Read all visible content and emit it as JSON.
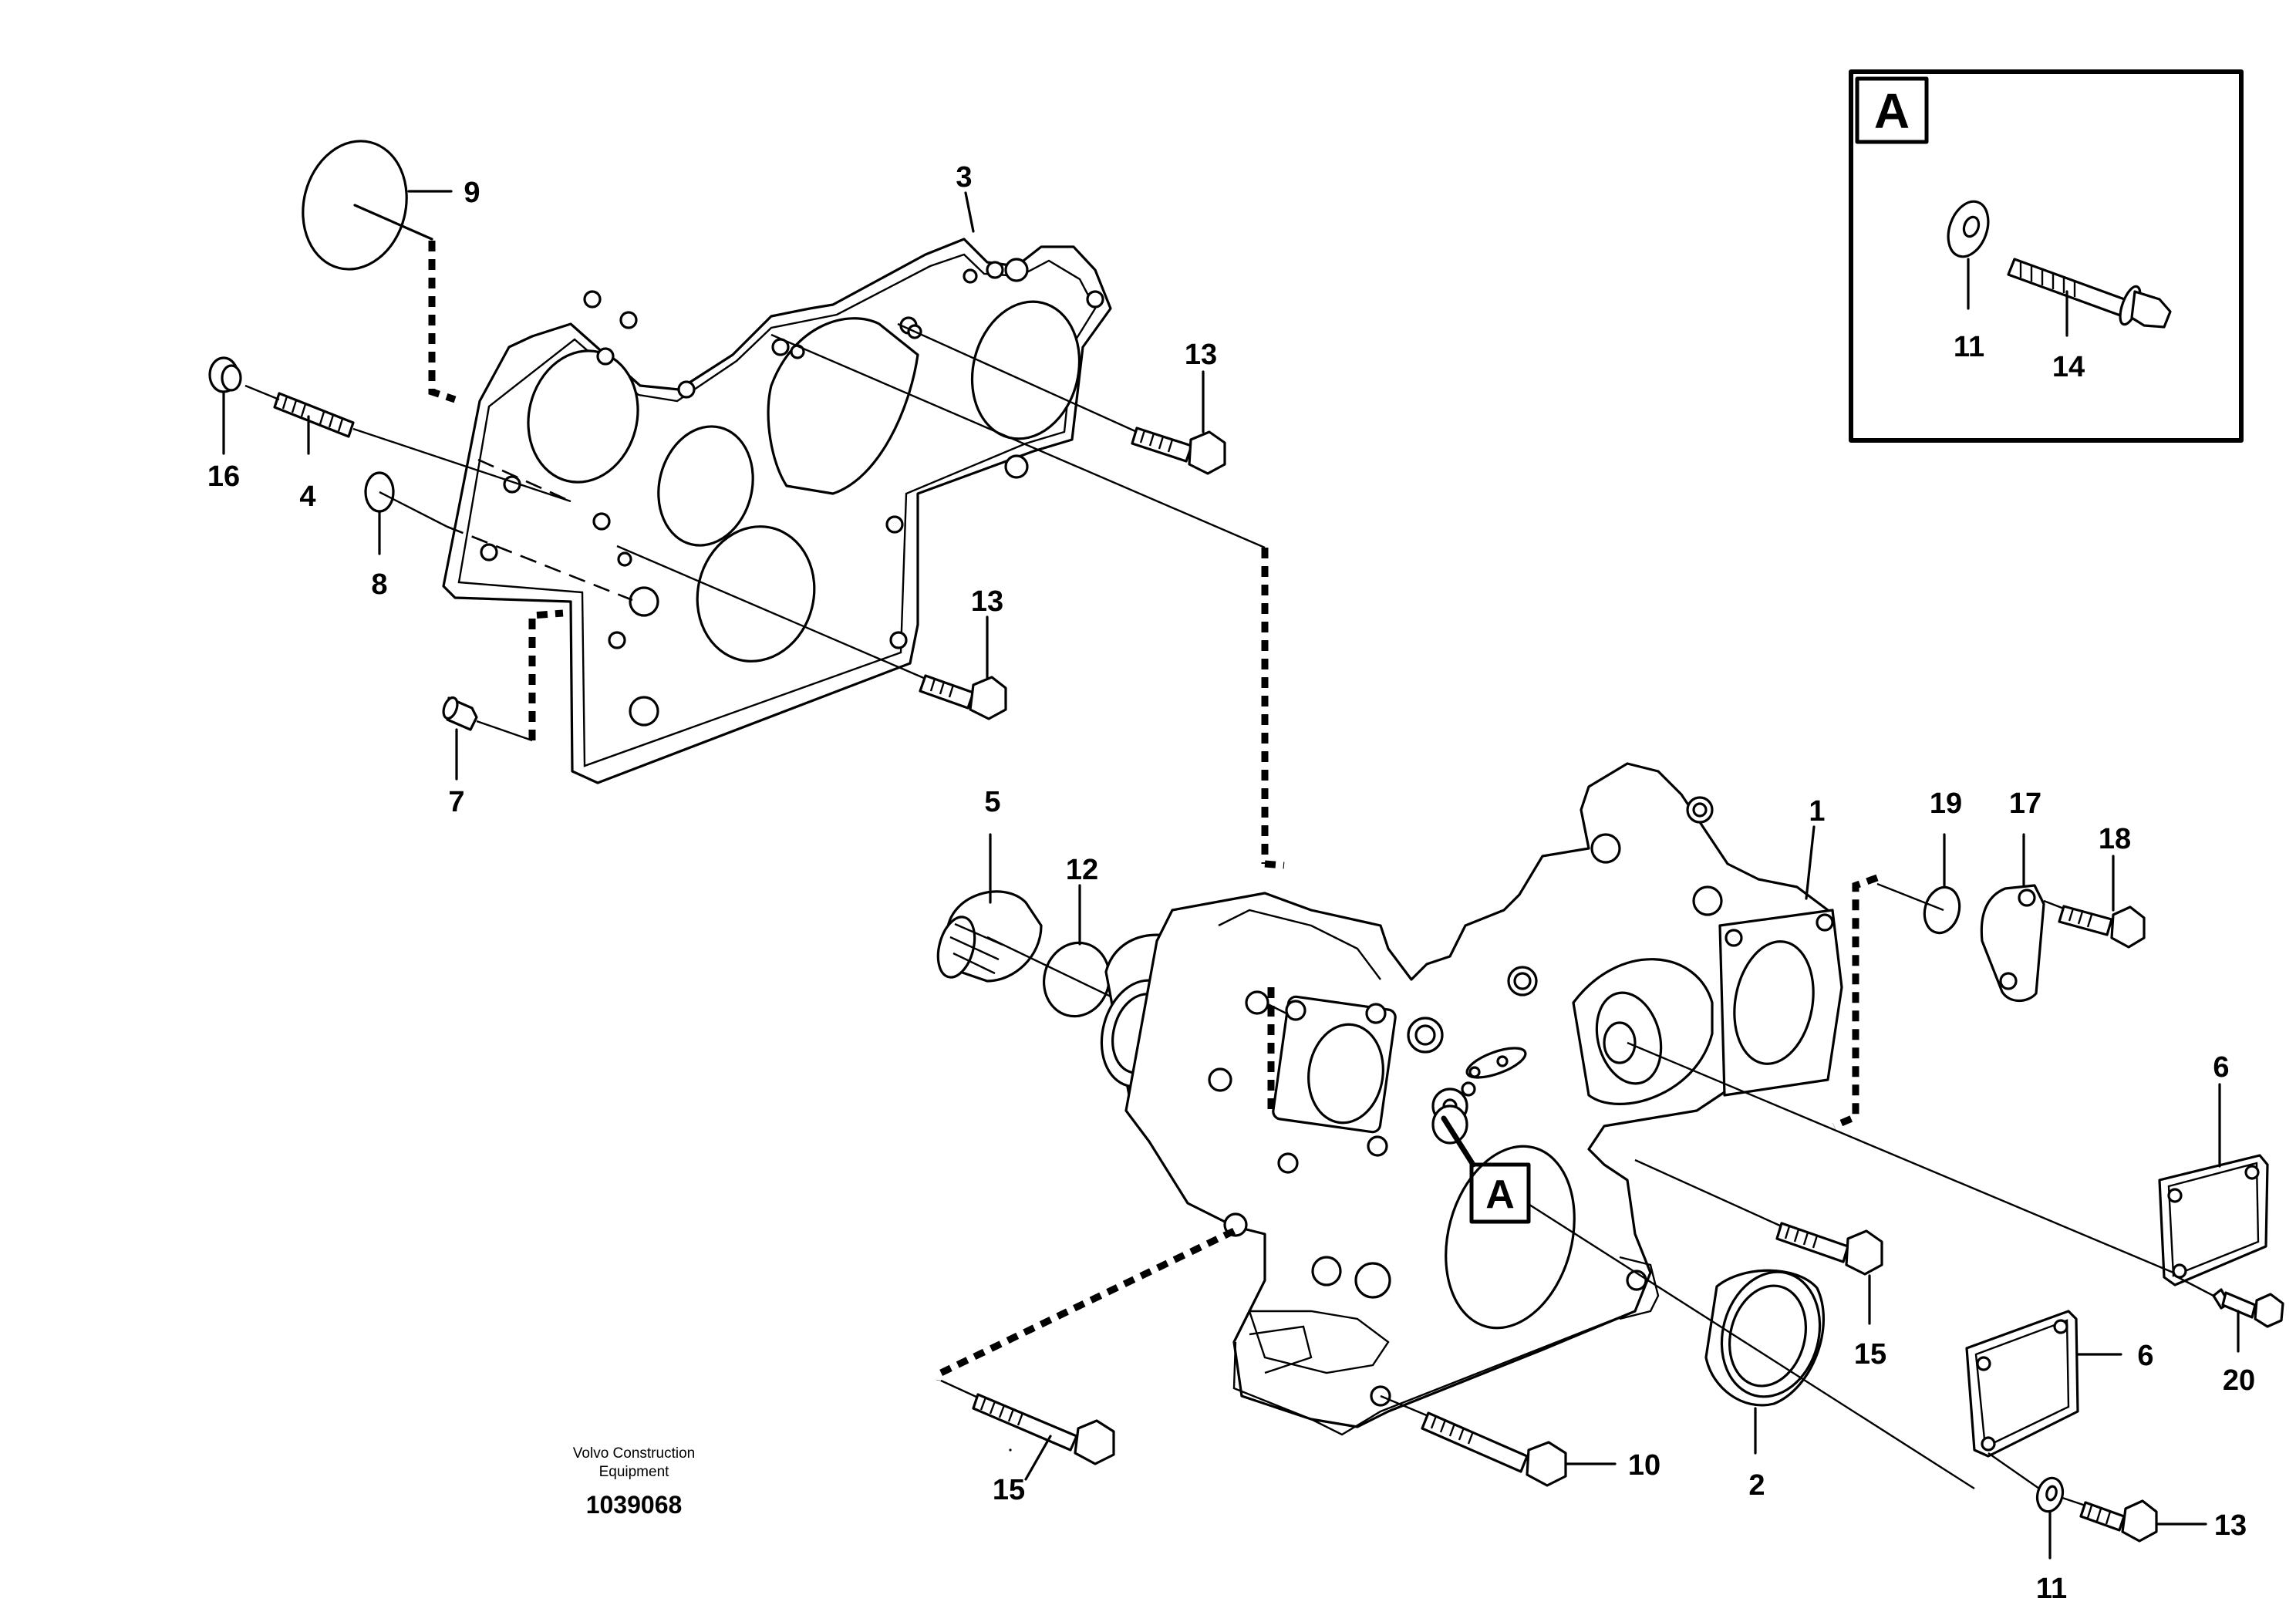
{
  "inset": {
    "label": "A",
    "callouts": [
      "11",
      "14"
    ]
  },
  "detail_marker": "A",
  "callouts": {
    "c1": "1",
    "c2": "2",
    "c3": "3",
    "c4": "4",
    "c5": "5",
    "c6a": "6",
    "c6b": "6",
    "c7": "7",
    "c8": "8",
    "c9": "9",
    "c10": "10",
    "c11": "11",
    "c12": "12",
    "c13a": "13",
    "c13b": "13",
    "c13c": "13",
    "c15a": "15",
    "c15b": "15",
    "c16": "16",
    "c17": "17",
    "c18": "18",
    "c19": "19",
    "c20": "20"
  },
  "footer": {
    "company_line1": "Volvo Construction",
    "company_line2": "Equipment",
    "drawing_number": "1039068"
  }
}
